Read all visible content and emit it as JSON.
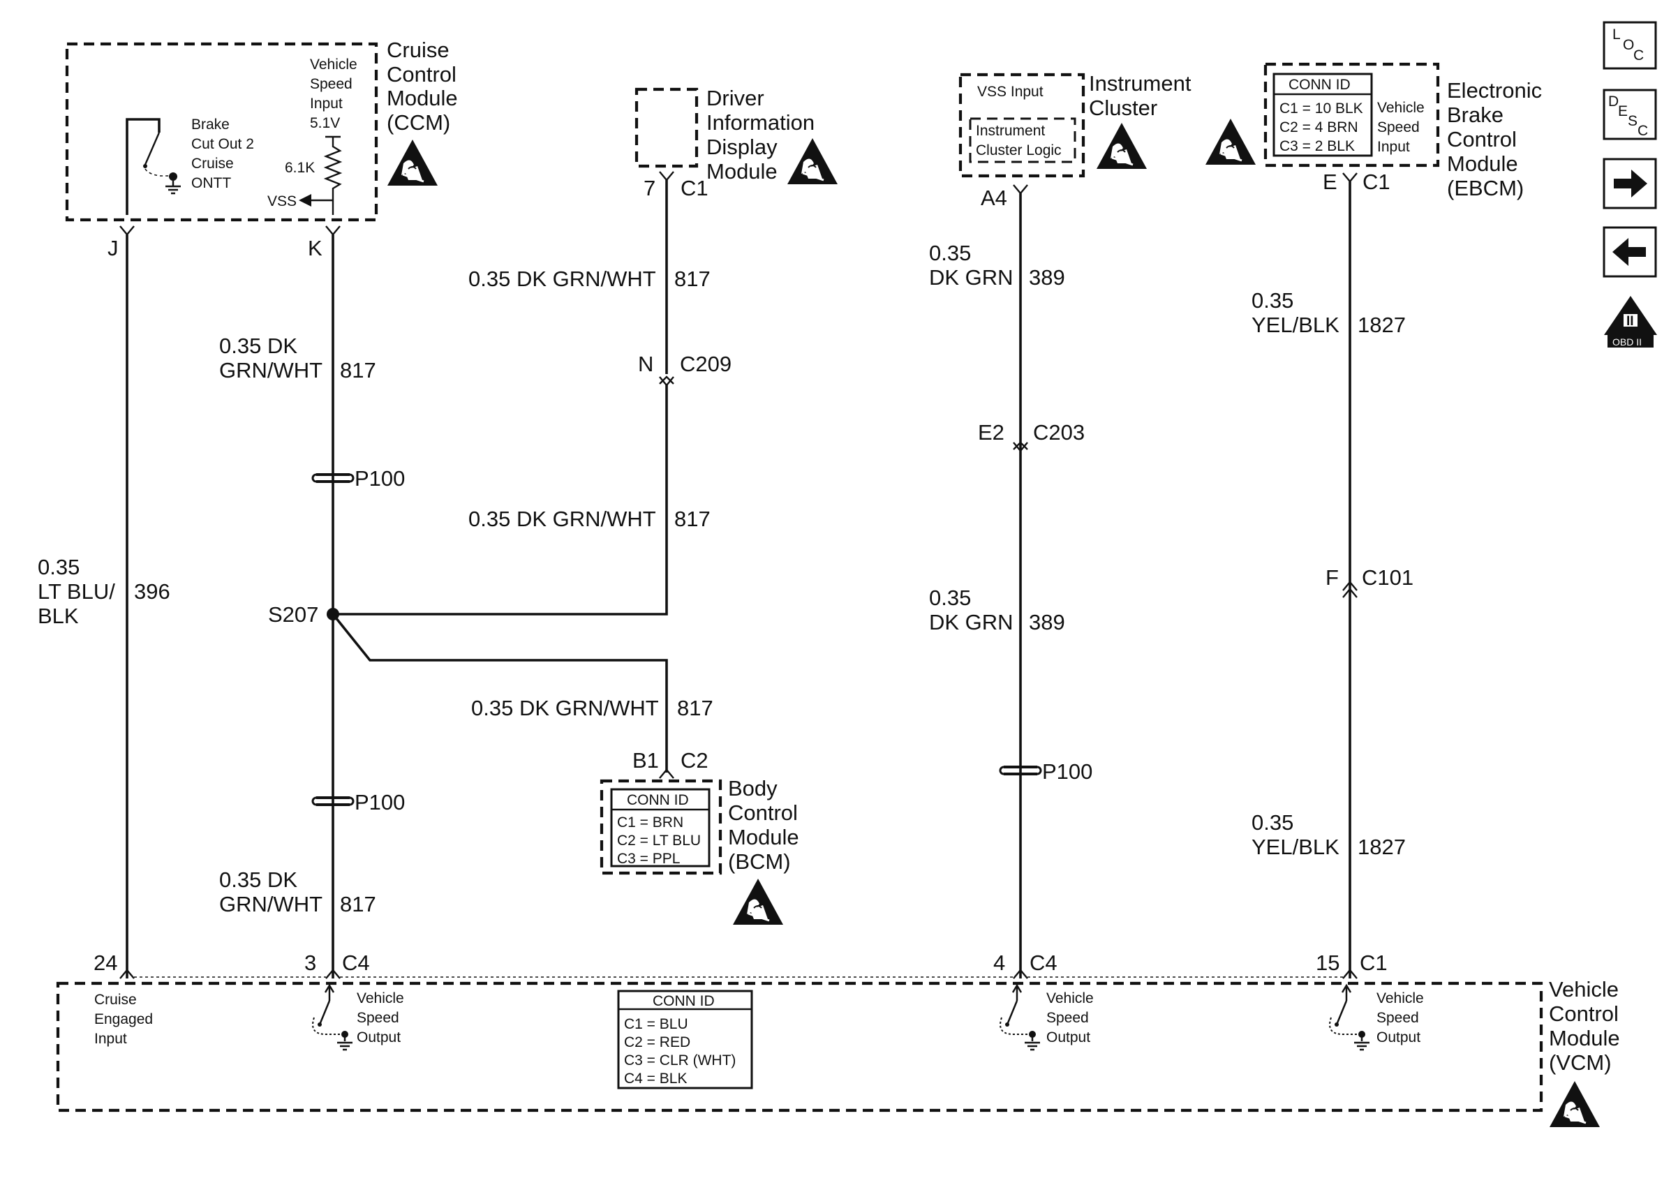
{
  "modules": {
    "ccm": {
      "lines": [
        "Cruise",
        "Control",
        "Module",
        "(CCM)"
      ]
    },
    "dim": {
      "lines": [
        "Driver",
        "Information",
        "Display",
        "Module"
      ]
    },
    "ic": {
      "lines": [
        "Instrument",
        "Cluster"
      ],
      "inner_title": "VSS Input",
      "inner_logic": [
        "Instrument",
        "Cluster Logic"
      ]
    },
    "ebcm": {
      "lines": [
        "Electronic",
        "Brake",
        "Control",
        "Module",
        "(EBCM)"
      ],
      "input_label": [
        "Vehicle",
        "Speed",
        "Input"
      ]
    },
    "bcm": {
      "lines": [
        "Body",
        "Control",
        "Module",
        "(BCM)"
      ]
    },
    "vcm": {
      "lines": [
        "Vehicle",
        "Control",
        "Module",
        "(VCM)"
      ]
    }
  },
  "ccm_internal": {
    "brake_label": [
      "Brake",
      "Cut Out 2",
      "Cruise",
      "ONTT"
    ],
    "vss_input_label": [
      "Vehicle",
      "Speed",
      "Input",
      "5.1V"
    ],
    "resistor": "6.1K",
    "vss": "VSS"
  },
  "conn_ids": {
    "ebcm": {
      "title": "CONN ID",
      "rows": [
        "C1 = 10 BLK",
        "C2 = 4 BRN",
        "C3 = 2 BLK"
      ]
    },
    "bcm": {
      "title": "CONN ID",
      "rows": [
        "C1 = BRN",
        "C2 = LT BLU",
        "C3 = PPL"
      ]
    },
    "vcm": {
      "title": "CONN ID",
      "rows": [
        "C1 = BLU",
        "C2 = RED",
        "C3 = CLR (WHT)",
        "C4 = BLK"
      ]
    }
  },
  "pins": {
    "ccm_j": "J",
    "ccm_k": "K",
    "dim_pin": "7",
    "dim_conn": "C1",
    "ic_pin": "A4",
    "ebcm_pin": "E",
    "ebcm_conn": "C1",
    "c209_pin": "N",
    "c209": "C209",
    "c203_pin": "E2",
    "c203": "C203",
    "c101_pin": "F",
    "c101": "C101",
    "bcm_pin": "B1",
    "bcm_conn": "C2",
    "vcm_24": "24",
    "vcm_3": "3",
    "vcm_c4a": "C4",
    "vcm_4": "4",
    "vcm_c4b": "C4",
    "vcm_15": "15",
    "vcm_c1": "C1"
  },
  "wires": {
    "w396": {
      "lines": [
        "0.35",
        "LT BLU/",
        "BLK"
      ],
      "circuit": "396"
    },
    "w817_upper": {
      "lines": [
        "0.35 DK",
        "GRN/WHT"
      ],
      "circuit": "817"
    },
    "w817_lower": {
      "lines": [
        "0.35 DK",
        "GRN/WHT"
      ],
      "circuit": "817"
    },
    "w817_dim_top": {
      "label": "0.35 DK GRN/WHT",
      "circuit": "817"
    },
    "w817_dim_mid": {
      "label": "0.35 DK GRN/WHT",
      "circuit": "817"
    },
    "w817_bcm": {
      "label": "0.35 DK GRN/WHT",
      "circuit": "817"
    },
    "w389_top": {
      "lines": [
        "0.35",
        "DK GRN"
      ],
      "circuit": "389"
    },
    "w389_bot": {
      "lines": [
        "0.35",
        "DK GRN"
      ],
      "circuit": "389"
    },
    "w1827_top": {
      "lines": [
        "0.35",
        "YEL/BLK"
      ],
      "circuit": "1827"
    },
    "w1827_bot": {
      "lines": [
        "0.35",
        "YEL/BLK"
      ],
      "circuit": "1827"
    }
  },
  "splices": {
    "p100_a": "P100",
    "p100_b": "P100",
    "p100_c": "P100",
    "s207": "S207"
  },
  "vcm_internal": {
    "cruise_engaged": [
      "Cruise",
      "Engaged",
      "Input"
    ],
    "vso_a": [
      "Vehicle",
      "Speed",
      "Output"
    ],
    "vso_b": [
      "Vehicle",
      "Speed",
      "Output"
    ],
    "vso_c": [
      "Vehicle",
      "Speed",
      "Output"
    ]
  },
  "nav": {
    "loc": [
      "L",
      "O",
      "C"
    ],
    "desc": [
      "D",
      "E",
      "S",
      "C"
    ],
    "obd": "OBD II",
    "obd_mark": "II"
  }
}
